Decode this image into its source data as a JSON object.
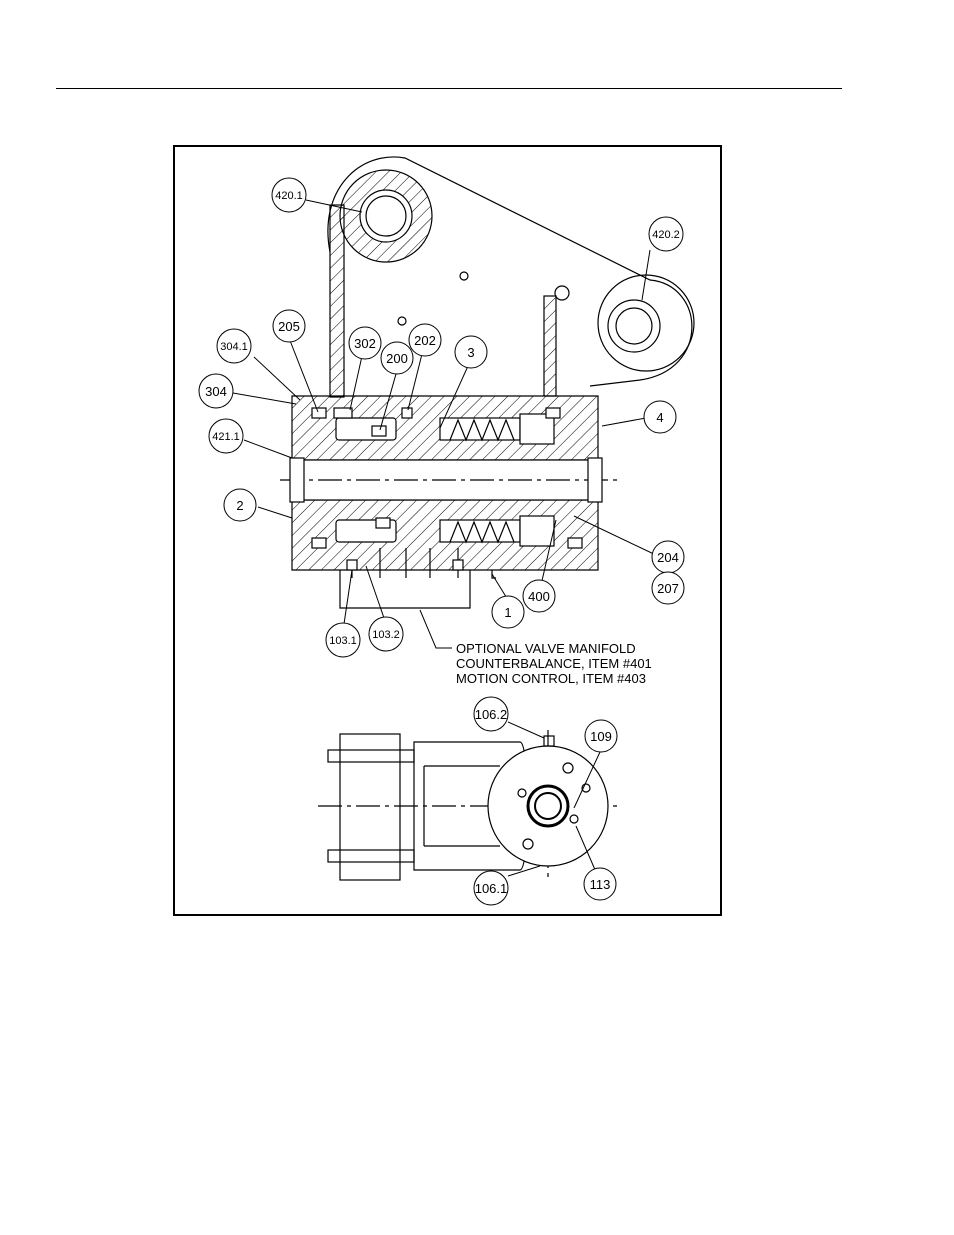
{
  "balloons": {
    "b420_1": "420.1",
    "b420_2": "420.2",
    "b205": "205",
    "b304_1": "304.1",
    "b302": "302",
    "b202": "202",
    "b200": "200",
    "b3": "3",
    "b304": "304",
    "b4": "4",
    "b421_1": "421.1",
    "b2": "2",
    "b204": "204",
    "b207": "207",
    "b400": "400",
    "b1": "1",
    "b103_1": "103.1",
    "b103_2": "103.2",
    "b106_2": "106.2",
    "b109": "109",
    "b113": "113",
    "b106_1": "106.1"
  },
  "note": {
    "line1": "OPTIONAL VALVE MANIFOLD",
    "line2": "COUNTERBALANCE, ITEM #401",
    "line3": "MOTION CONTROL, ITEM #403"
  }
}
